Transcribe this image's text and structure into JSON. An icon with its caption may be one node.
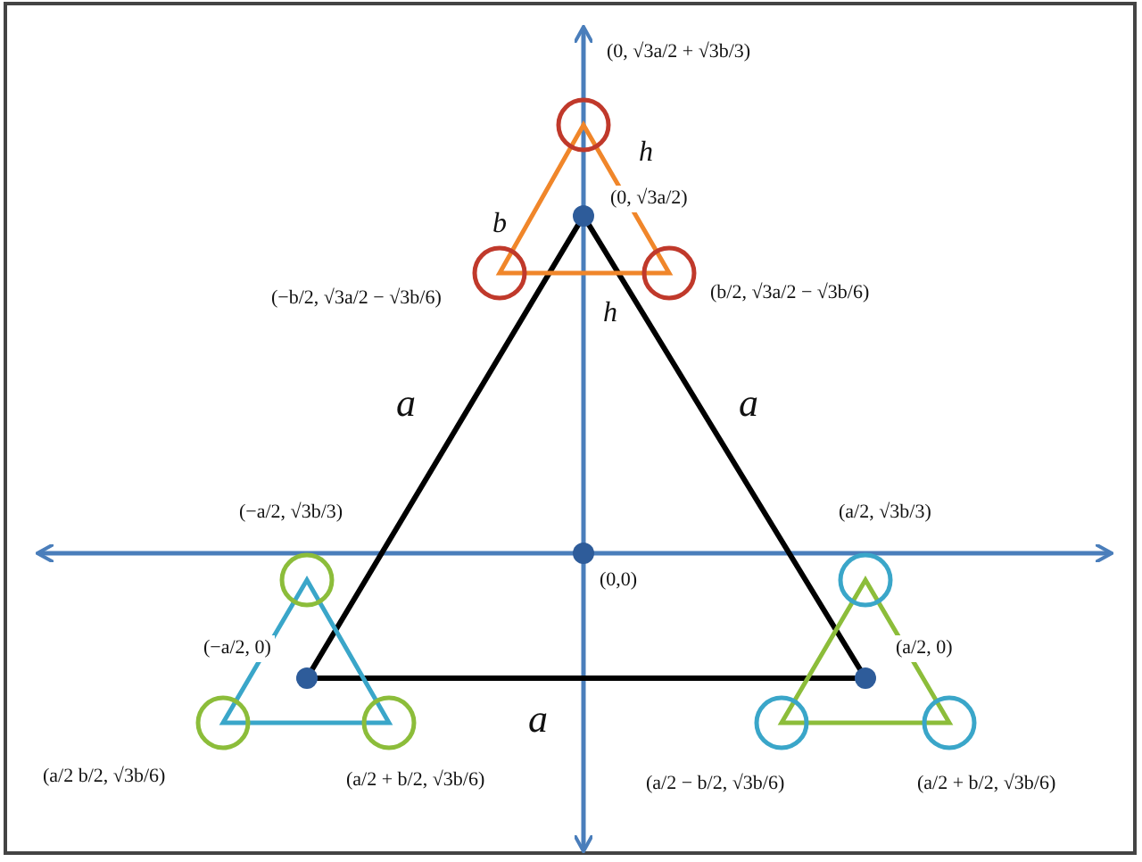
{
  "diagram": {
    "labels": [
      "(0, √3a/2 + √3b/3)",
      "h",
      "b",
      "(0, √3a/2)",
      "(−b/2, √3a/2 − √3b/6)",
      "(b/2, √3a/2 − √3b/6)",
      "h",
      "a",
      "a",
      "(−a/2, √3b/3)",
      "(a/2, √3b/3)",
      "(0,0)",
      "(−a/2, 0)",
      "(a/2, 0)",
      "a",
      "(a/2 b/2, √3b/6)",
      "(a/2 + b/2, √3b/6)",
      "(a/2 − b/2, √3b/6)",
      "(a/2 + b/2, √3b/6)"
    ]
  }
}
